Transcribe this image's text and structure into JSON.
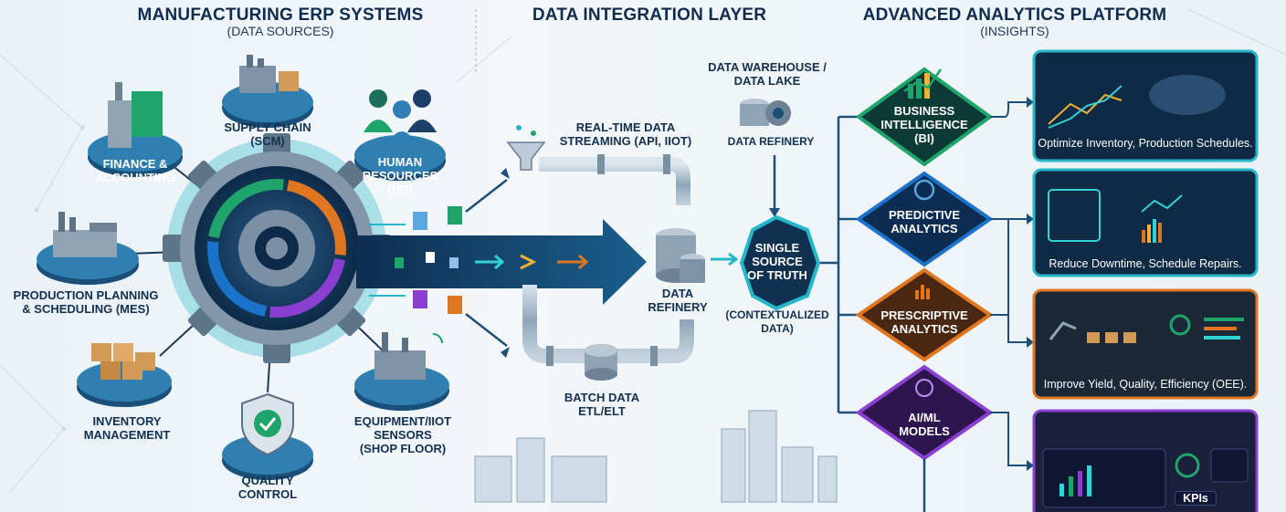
{
  "headers": {
    "erp": {
      "title": "MANUFACTURING ERP SYSTEMS",
      "subtitle": "(DATA SOURCES)"
    },
    "integration": {
      "title": "DATA INTEGRATION LAYER"
    },
    "analytics": {
      "title": "ADVANCED ANALYTICS PLATFORM",
      "subtitle": "(INSIGHTS)"
    }
  },
  "sources": {
    "finance": {
      "line1": "FINANCE &",
      "line2": "ACCOUNTING"
    },
    "scm": {
      "line1": "SUPPLY CHAIN",
      "line2": "(SCM)"
    },
    "hr": {
      "line1": "HUMAN",
      "line2": "RESOURCES",
      "line3": "(HR)"
    },
    "mes": {
      "line1": "PRODUCTION PLANNING",
      "line2": "& SCHEDULING (MES)"
    },
    "inventory": {
      "line1": "INVENTORY",
      "line2": "MANAGEMENT"
    },
    "quality": {
      "line1": "QUALITY",
      "line2": "CONTROL"
    },
    "equipment": {
      "line1": "EQUIPMENT/IIOT",
      "line2": "SENSORS",
      "line3": "(SHOP FLOOR)"
    }
  },
  "integration": {
    "streaming": {
      "line1": "REAL-TIME DATA",
      "line2": "STREAMING (API, IIOT)"
    },
    "warehouse": {
      "line1": "DATA WAREHOUSE /",
      "line2": "DATA LAKE",
      "line3": "DATA REFINERY"
    },
    "refinery": {
      "line1": "DATA",
      "line2": "REFINERY"
    },
    "batch": {
      "line1": "BATCH DATA",
      "line2": "ETL/ELT"
    },
    "ssot": {
      "line1": "SINGLE",
      "line2": "SOURCE",
      "line3": "OF TRUTH"
    },
    "contextualized": {
      "line1": "(CONTEXTUALIZED",
      "line2": "DATA)"
    }
  },
  "analytics": {
    "bi": {
      "line1": "BUSINESS",
      "line2": "INTELLIGENCE",
      "line3": "(BI)"
    },
    "predictive": {
      "line1": "PREDICTIVE",
      "line2": "ANALYTICS"
    },
    "prescriptive": {
      "line1": "PRESCRIPTIVE",
      "line2": "ANALYTICS"
    },
    "aiml": {
      "line1": "AI/ML",
      "line2": "MODELS"
    }
  },
  "insights": {
    "bi": "Optimize Inventory, Production Schedules.",
    "predictive": "Reduce Downtime, Schedule Repairs.",
    "prescriptive": "Improve Yield, Quality, Efficiency (OEE).",
    "kpi_label": "KPIs"
  },
  "colors": {
    "bi": "#1fa46b",
    "predictive": "#1a73c9",
    "prescriptive": "#e0761f",
    "aiml": "#8a3fd1",
    "panel_bg": "#102a44",
    "hub_ring": "#24b7c9"
  }
}
